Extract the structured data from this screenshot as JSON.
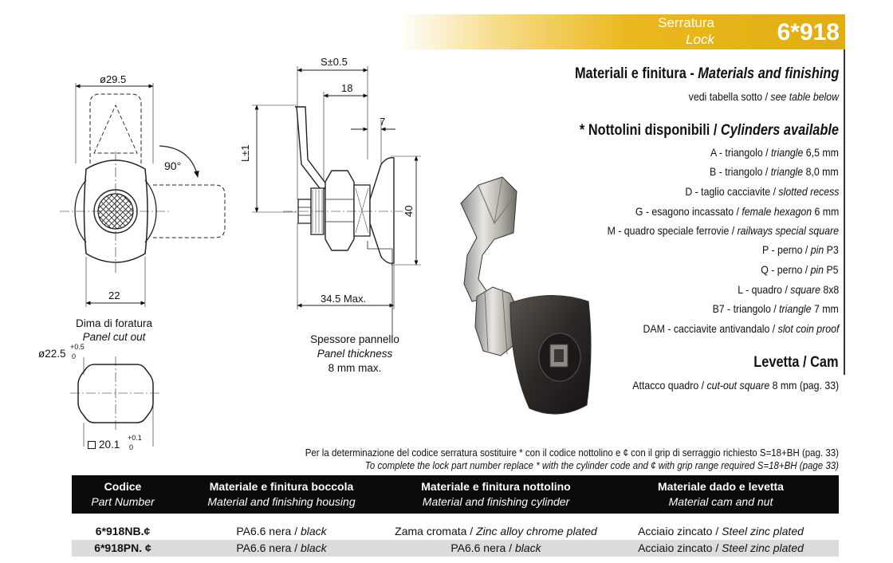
{
  "header": {
    "serratura": "Serratura",
    "lock": "Lock",
    "code": "6*918"
  },
  "materials": {
    "title_it": "Materiali e finitura - ",
    "title_en": "Materials and finishing",
    "note_it": "vedi tabella sotto / ",
    "note_en": "see table below"
  },
  "cylinders": {
    "title_it": "* Nottolini disponibili / ",
    "title_en": "Cylinders available",
    "items": [
      {
        "it": "A - triangolo / ",
        "en": "triangle",
        "val": " 6,5 mm"
      },
      {
        "it": "B - triangolo / ",
        "en": "triangle",
        "val": " 8,0 mm"
      },
      {
        "it": "D - taglio cacciavite / ",
        "en": "slotted recess",
        "val": ""
      },
      {
        "it": "G - esagono incassato / ",
        "en": "female hexagon",
        "val": " 6 mm"
      },
      {
        "it": "M - quadro speciale ferrovie / ",
        "en": "railways special square",
        "val": ""
      },
      {
        "it": "P - perno / ",
        "en": "pin",
        "val": " P3"
      },
      {
        "it": "Q - perno / ",
        "en": "pin",
        "val": " P5"
      },
      {
        "it": "L - quadro / ",
        "en": "square",
        "val": " 8x8"
      },
      {
        "it": "B7 - triangolo / ",
        "en": "triangle",
        "val": " 7 mm"
      },
      {
        "it": "DAM - cacciavite antivandalo / ",
        "en": "slot coin proof",
        "val": ""
      }
    ]
  },
  "cam": {
    "title": "Levetta / Cam",
    "desc_it": "Attacco quadro / ",
    "desc_en": "cut-out square",
    "desc_val": " 8 mm (pag. 33)"
  },
  "drawing": {
    "dia_top": "ø29.5",
    "angle": "90°",
    "width_22": "22",
    "panel_cut_it": "Dima di foratura",
    "panel_cut_en": "Panel cut out",
    "dia_cut": "ø22.5",
    "dia_cut_tol_up": "+0.5",
    "dia_cut_tol_dn": "0",
    "sq_cut": "20.1",
    "sq_cut_tol_up": "+0.1",
    "sq_cut_tol_dn": "0",
    "s_dim": "S±0.5",
    "dim_18": "18",
    "dim_7": "7",
    "dim_L": "L±1",
    "dim_40": "40",
    "dim_345": "34.5  Max.",
    "panel_thk_it": "Spessore pannello",
    "panel_thk_en": "Panel thickness",
    "panel_thk_val": "8 mm max."
  },
  "notes": {
    "line_it": "Per la determinazione del codice serratura sostituire *  con il codice nottolino e ¢ con il grip di serraggio richiesto S=18+BH  (pag. 33)",
    "line_en": "To complete the lock part number replace * with the cylinder code and ¢ with grip range required S=18+BH  (page 33)"
  },
  "table": {
    "headers": [
      {
        "it": "Codice",
        "en": "Part Number"
      },
      {
        "it": "Materiale e finitura boccola",
        "en": "Material and finishing housing"
      },
      {
        "it": "Materiale e finitura nottolino",
        "en": "Material and finishing cylinder"
      },
      {
        "it": "Materiale dado e levetta",
        "en": "Material cam and nut"
      }
    ],
    "rows": [
      {
        "code": "6*918NB.¢",
        "housing_it": "PA6.6 nera / ",
        "housing_en": "black",
        "cyl_it": "Zama cromata / ",
        "cyl_en": "Zinc alloy chrome plated",
        "cam_it": "Acciaio zincato / ",
        "cam_en": "Steel zinc plated"
      },
      {
        "code": "6*918PN. ¢",
        "housing_it": "PA6.6 nera / ",
        "housing_en": "black",
        "cyl_it": "PA6.6 nera / ",
        "cyl_en": "black",
        "cam_it": "Acciaio zincato / ",
        "cam_en": "Steel zinc plated"
      }
    ]
  }
}
